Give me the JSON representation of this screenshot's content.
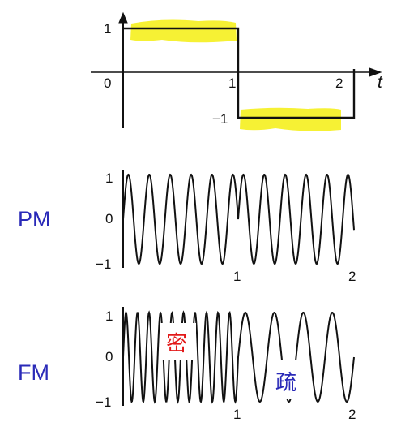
{
  "colors": {
    "highlight": "#f5f01e",
    "stroke": "#111111",
    "pm_fm_label": "#2a2ab8",
    "dense_text": "#e21818",
    "sparse_text": "#2a2ab8"
  },
  "top": {
    "y_tick_pos": "1",
    "y_tick_neg": "−1",
    "x_ticks": [
      "0",
      "1",
      "2"
    ],
    "axis_label": "t",
    "signal": {
      "values": [
        1,
        -1
      ],
      "switch_at": 1,
      "end": 2
    }
  },
  "pm": {
    "label": "PM",
    "y_ticks": [
      "1",
      "0",
      "−1"
    ],
    "x_ticks": [
      "1",
      "2"
    ],
    "cycles_per_unit": 5.5,
    "phase_jump_at": 1
  },
  "fm": {
    "label": "FM",
    "y_ticks": [
      "1",
      "0",
      "−1"
    ],
    "x_ticks": [
      "1",
      "2"
    ],
    "cycles_first_half": 10,
    "cycles_second_half": 4,
    "dense_label": "密",
    "sparse_label": "疏"
  }
}
